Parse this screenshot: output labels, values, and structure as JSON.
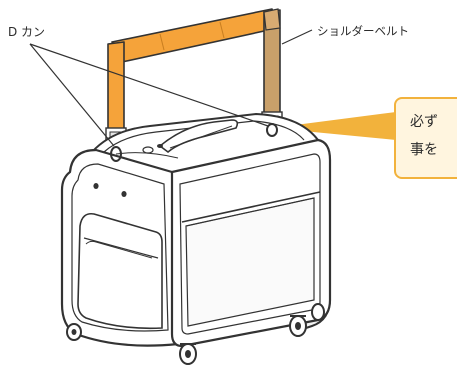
{
  "labels": {
    "d_ring": "D カン",
    "shoulder_belt": "ショルダーベルト"
  },
  "callout": {
    "line1": "必ず",
    "line2": "事を"
  },
  "colors": {
    "belt_orange": "#f5a33a",
    "belt_tan": "#c9a06a",
    "callout_border": "#f2b23c",
    "callout_fill": "#fff5df",
    "outline": "#333333"
  }
}
